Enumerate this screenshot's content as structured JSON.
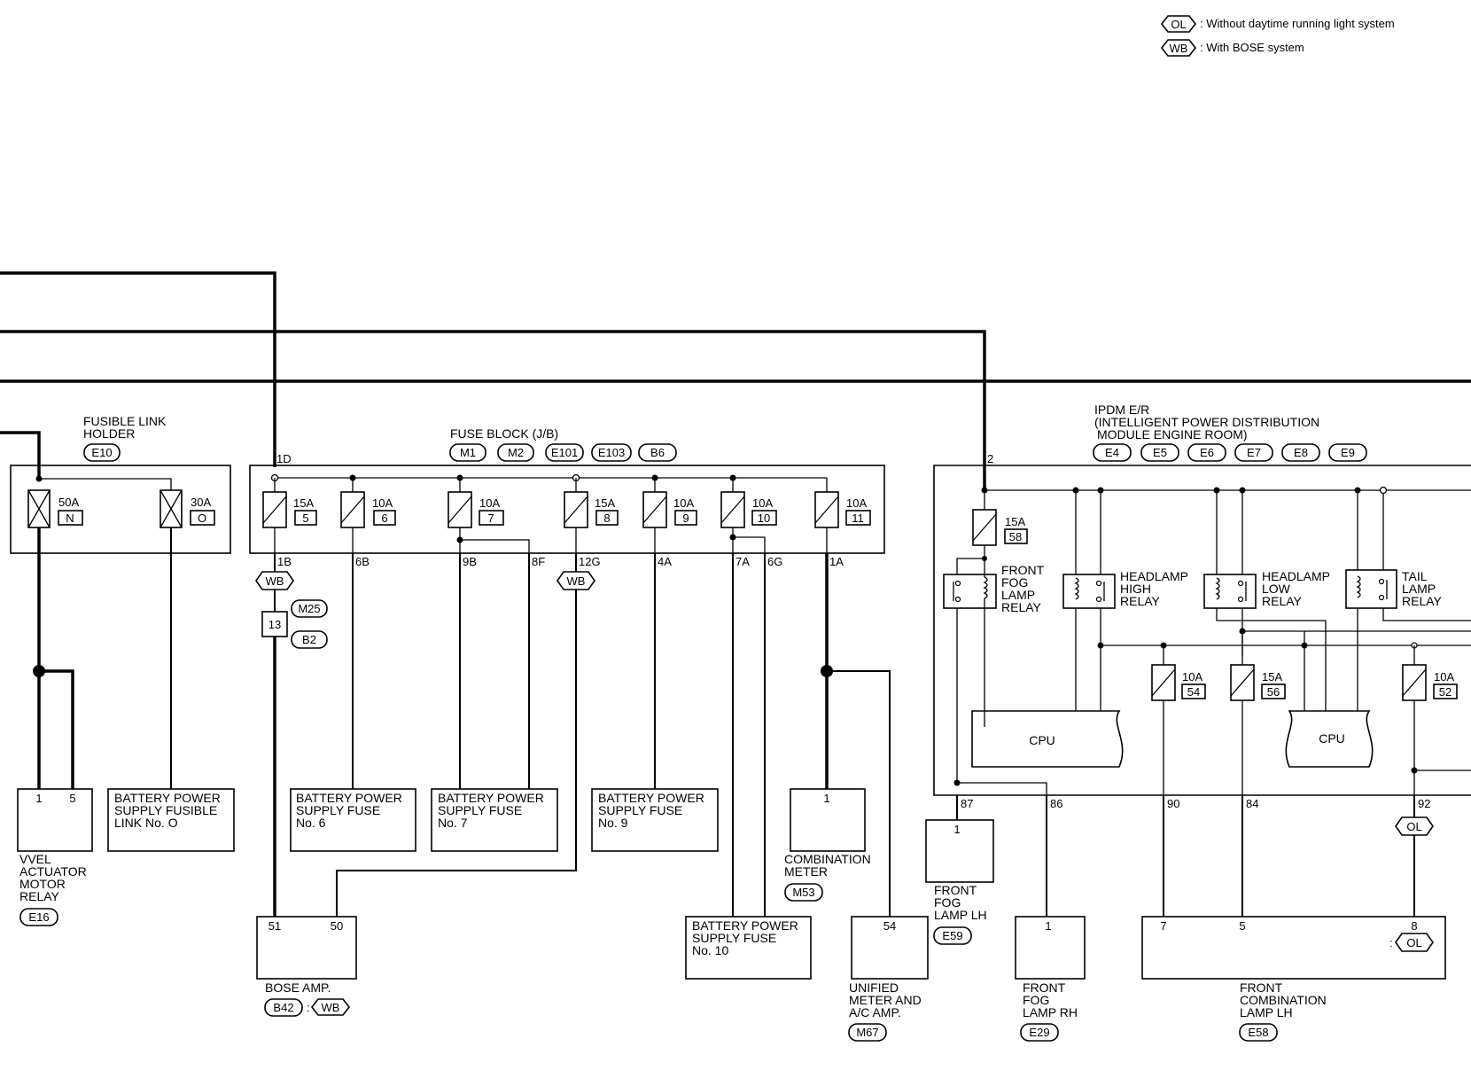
{
  "legend": {
    "ol": {
      "code": "OL",
      "text": ": Without daytime running light system"
    },
    "wb": {
      "code": "WB",
      "text": ": With BOSE system"
    }
  },
  "fusible_link_holder": {
    "label_1": "FUSIBLE LINK",
    "label_2": "HOLDER",
    "connector": "E10",
    "links": [
      {
        "amp": "50A",
        "id": "N"
      },
      {
        "amp": "30A",
        "id": "O"
      }
    ]
  },
  "fuse_block": {
    "label": "FUSE BLOCK (J/B)",
    "connectors": [
      "M1",
      "M2",
      "E101",
      "E103",
      "B6"
    ],
    "input_terminal": "1D",
    "fuses": [
      {
        "amp": "15A",
        "no": "5",
        "terminal": "1B"
      },
      {
        "amp": "10A",
        "no": "6",
        "terminal": "6B"
      },
      {
        "amp": "10A",
        "no": "7",
        "terminal": "9B",
        "terminal_2": "8F"
      },
      {
        "amp": "15A",
        "no": "8",
        "terminal": "12G"
      },
      {
        "amp": "10A",
        "no": "9",
        "terminal": "4A"
      },
      {
        "amp": "10A",
        "no": "10",
        "terminal": "7A",
        "terminal_2": "6G"
      },
      {
        "amp": "10A",
        "no": "11",
        "terminal": "1A"
      }
    ]
  },
  "ipdm": {
    "label_1": "IPDM E/R",
    "label_2": "(INTELLIGENT POWER DISTRIBUTION",
    "label_3": "MODULE ENGINE ROOM)",
    "connectors": [
      "E4",
      "E5",
      "E6",
      "E7",
      "E8",
      "E9"
    ],
    "input_terminal": "2",
    "fuses": [
      {
        "amp": "15A",
        "no": "58"
      },
      {
        "amp": "10A",
        "no": "54"
      },
      {
        "amp": "15A",
        "no": "56"
      },
      {
        "amp": "10A",
        "no": "52"
      }
    ],
    "relays": [
      [
        "FRONT",
        "FOG",
        "LAMP",
        "RELAY"
      ],
      [
        "HEADLAMP",
        "HIGH",
        "RELAY"
      ],
      [
        "HEADLAMP",
        "LOW",
        "RELAY"
      ],
      [
        "TAIL",
        "LAMP",
        "RELAY"
      ]
    ],
    "cpu_label": "CPU",
    "terminals": [
      "87",
      "86",
      "90",
      "84",
      "92"
    ]
  },
  "option_tags": {
    "wb": "WB",
    "ol": "OL"
  },
  "connector_13": {
    "pin": "13",
    "conn_1": "M25",
    "conn_2": "B2"
  },
  "components": {
    "vvel": {
      "lines": [
        "VVEL",
        "ACTUATOR",
        "MOTOR",
        "RELAY"
      ],
      "connector": "E16",
      "pins": [
        "1",
        "5"
      ]
    },
    "bat_fl_o": {
      "lines": [
        "BATTERY POWER",
        "SUPPLY FUSIBLE",
        "LINK No. O"
      ]
    },
    "bat_f6": {
      "lines": [
        "BATTERY POWER",
        "SUPPLY FUSE",
        "No. 6"
      ]
    },
    "bat_f7": {
      "lines": [
        "BATTERY POWER",
        "SUPPLY FUSE",
        "No. 7"
      ]
    },
    "bat_f9": {
      "lines": [
        "BATTERY POWER",
        "SUPPLY FUSE",
        "No. 9"
      ]
    },
    "bat_f10": {
      "lines": [
        "BATTERY POWER",
        "SUPPLY FUSE",
        "No. 10"
      ]
    },
    "comb_meter": {
      "lines": [
        "COMBINATION",
        "METER"
      ],
      "connector": "M53",
      "pin": "1"
    },
    "bose_amp": {
      "label": "BOSE AMP.",
      "connector": "B42",
      "colon": ":",
      "option": "WB",
      "pins": [
        "51",
        "50"
      ]
    },
    "unified_meter": {
      "lines": [
        "UNIFIED",
        "METER AND",
        "A/C AMP."
      ],
      "connector": "M67",
      "pin": "54"
    },
    "fog_lh": {
      "lines": [
        "FRONT",
        "FOG",
        "LAMP LH"
      ],
      "connector": "E59",
      "pin": "1"
    },
    "fog_rh": {
      "lines": [
        "FRONT",
        "FOG",
        "LAMP RH"
      ],
      "connector": "E29",
      "pin": "1"
    },
    "comb_lamp_lh": {
      "lines": [
        "FRONT",
        "COMBINATION",
        "LAMP LH"
      ],
      "connector": "E58",
      "pins": [
        "7",
        "5",
        "8"
      ],
      "option_colon": ":",
      "option": "OL"
    }
  }
}
